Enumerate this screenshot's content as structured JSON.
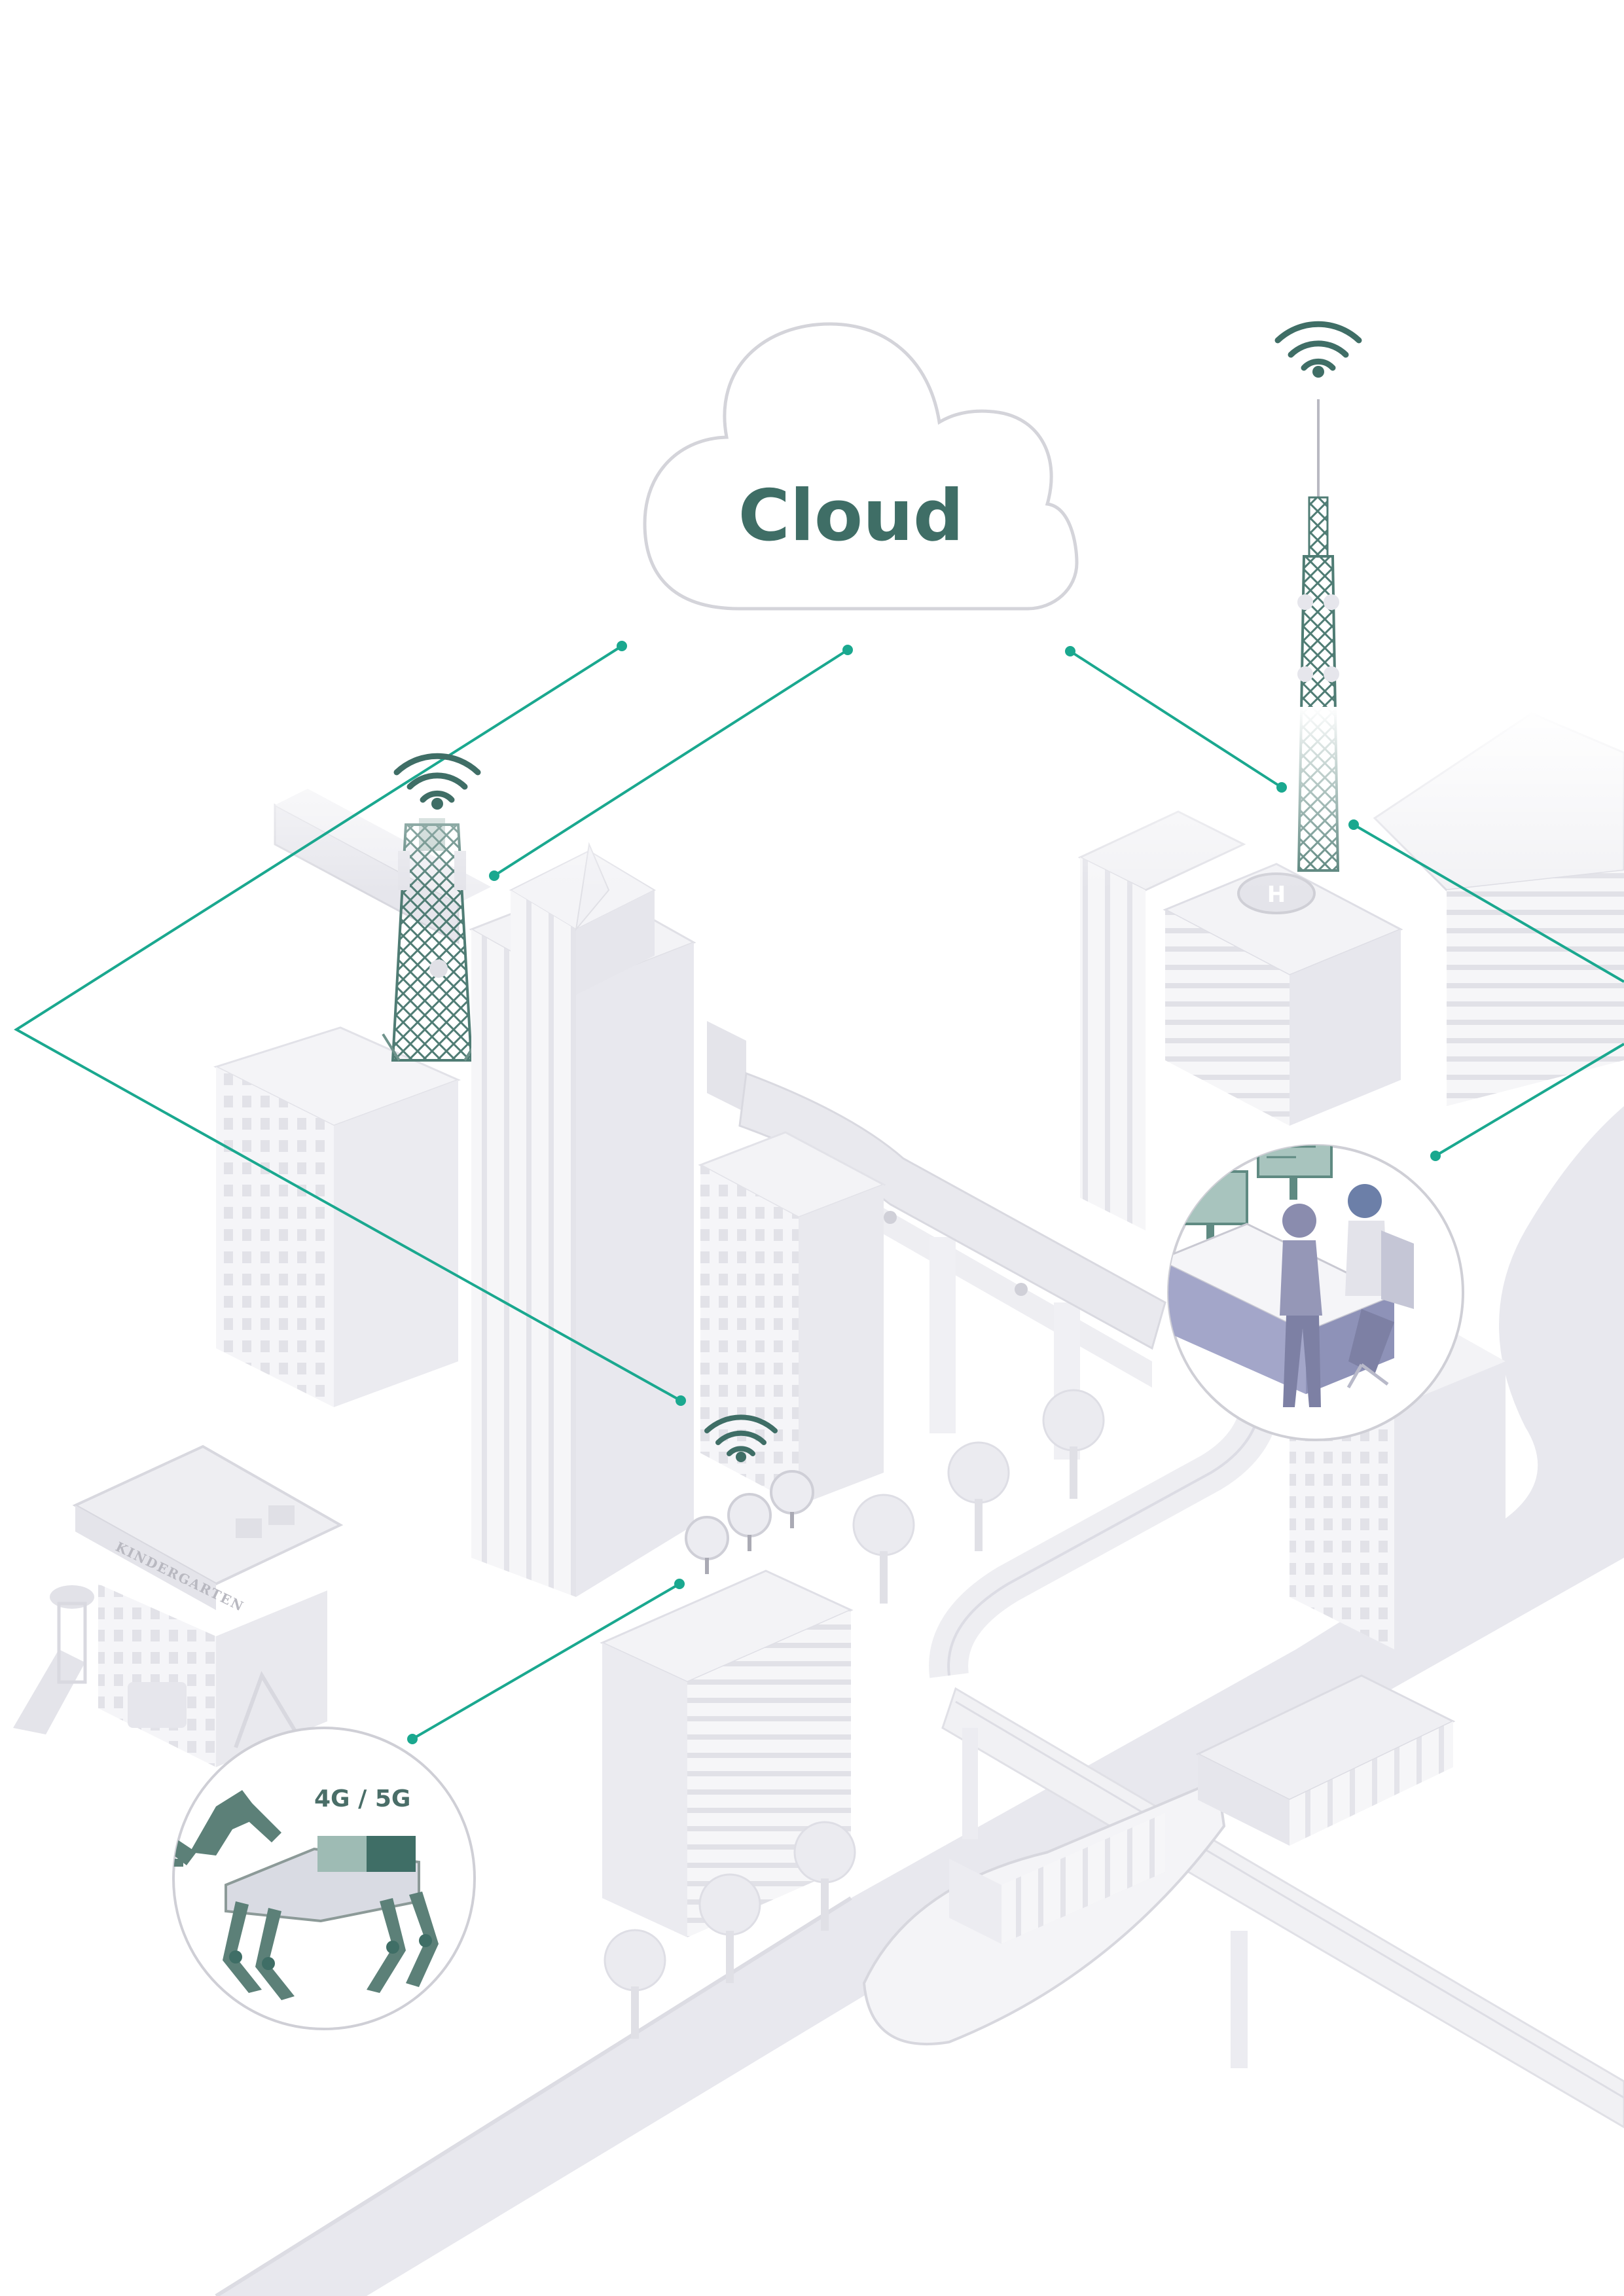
{
  "cloud": {
    "label": "Cloud"
  },
  "robot_panel": {
    "network_label": "4G / 5G"
  },
  "kindergarten": {
    "sign": "KINDERGARTEN"
  },
  "colors": {
    "accent": "#1aa88f",
    "accent_dark": "#3f6e66",
    "outline": "#d4d4da",
    "building": "#f2f2f5",
    "building_shade": "#e3e3e9",
    "road": "#e6e6ec",
    "desk": "#a3a6c9"
  },
  "icons": [
    "wifi-icon",
    "cloud-icon",
    "helipad-icon",
    "satellite-dish-icon",
    "robot-dog-icon",
    "operator-workstation-icon",
    "cell-tower-icon"
  ]
}
